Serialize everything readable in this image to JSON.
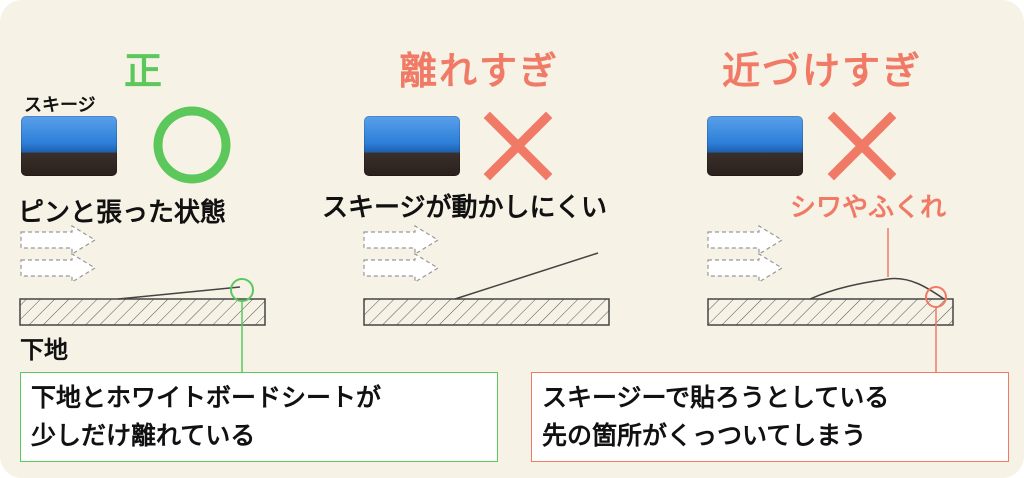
{
  "colors": {
    "correct": "#5cc85c",
    "wrong": "#f07a66",
    "background": "#f7f2e6"
  },
  "columns": [
    {
      "heading": "正",
      "heading_color": "#5cc85c",
      "mark": "circle",
      "caption": "ピンと張った状態",
      "caption_color": "#111111"
    },
    {
      "heading": "離れすぎ",
      "heading_color": "#f07a66",
      "mark": "cross",
      "caption": "スキージが動かしにくい",
      "caption_color": "#111111"
    },
    {
      "heading": "近づけすぎ",
      "heading_color": "#f07a66",
      "mark": "cross",
      "caption": "シワやふくれ",
      "caption_color": "#f07a66"
    }
  ],
  "labels": {
    "squeegee": "スキージ",
    "substrate": "下地"
  },
  "notes": {
    "left": {
      "line1": "下地とホワイトボードシートが",
      "line2": "少しだけ離れている"
    },
    "right": {
      "line1": "スキージーで貼ろうとしている",
      "line2": "先の箇所がくっついてしまう"
    }
  }
}
